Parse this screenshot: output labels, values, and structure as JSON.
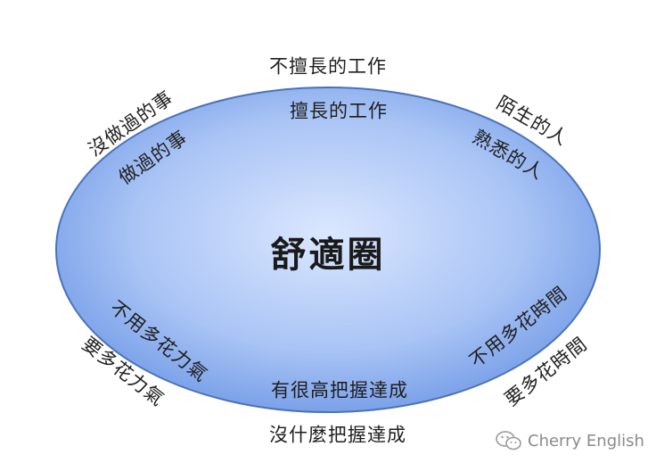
{
  "diagram": {
    "center_label": "舒適圈",
    "colors": {
      "ellipse_fill_center": "#dbe7ff",
      "ellipse_fill_edge": "#6f98e6",
      "ellipse_stroke": "#4a72b8",
      "text": "#1e1e1e"
    },
    "pairs": [
      {
        "inner": "擅長的工作",
        "outer": "不擅長的工作"
      },
      {
        "inner": "熟悉的人",
        "outer": "陌生的人"
      },
      {
        "inner": "不用多花時間",
        "outer": "要多花時間"
      },
      {
        "inner": "有很高把握達成",
        "outer": "沒什麼把握達成"
      },
      {
        "inner": "不用多花力氣",
        "outer": "要多花力氣"
      },
      {
        "inner": "做過的事",
        "outer": "沒做過的事"
      }
    ]
  },
  "watermark": {
    "text": "Cherry English",
    "icon": "wechat-icon"
  }
}
